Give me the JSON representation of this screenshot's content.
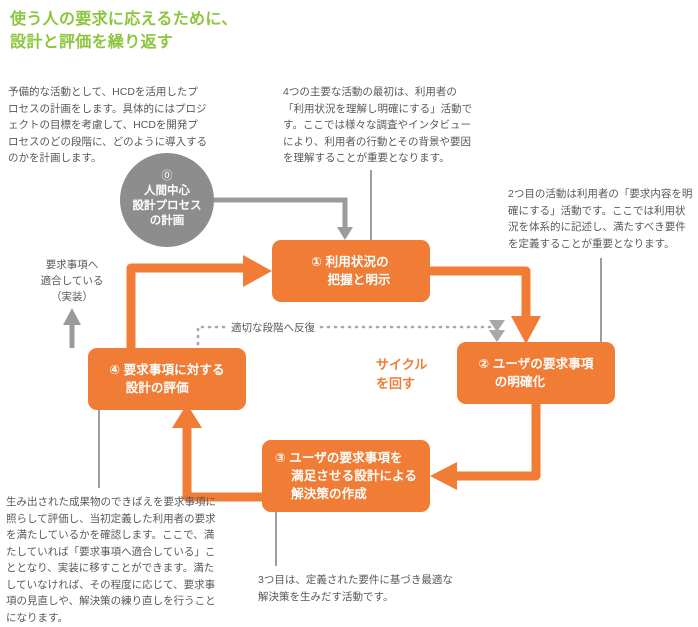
{
  "title": "使う人の要求に応えるために、\n設計と評価を繰り返す",
  "colors": {
    "title_green": "#8cc63e",
    "accent_orange": "#f07c36",
    "circle_gray": "#8d8d8d",
    "arrow_gray": "#9b9b9b",
    "text_gray": "#58585b",
    "background": "#ffffff"
  },
  "notes": {
    "top_left": "予備的な活動として、HCDを活用したプロセスの計画をします。具体的にはプロジェクトの目標を考慮して、HCDを開発プロセスのどの段階に、どのように導入するのかを計画します。",
    "top_center": "4つの主要な活動の最初は、利用者の「利用状況を理解し明確にする」活動です。ここでは様々な調査やインタビューにより、利用者の行動とその背景や要因を理解することが重要となります。",
    "top_right": "2つ目の活動は利用者の「要求内容を明確にする」活動です。ここでは利用状況を体系的に記述し、満たすべき要件を定義することが重要となります。",
    "bottom_left": "生み出された成果物のできばえを要求事項に照らして評価し、当初定義した利用者の要求を満たしているかを確認します。ここで、満たしていれば「要求事項へ適合している」こととなり、実装に移すことができます。満たしていなければ、その程度に応じて、要求事項の見直しや、解決策の練り直しを行うことになります。",
    "bottom_center": "3つ目は、定義された要件に基づき最適な解決策を生みだす活動です。"
  },
  "diagram": {
    "plan_node": {
      "number": "⓪",
      "label": "人間中心\n設計プロセス\nの計画"
    },
    "steps": [
      {
        "id": "step-1",
        "number": "①",
        "label": "① 利用状況の\n　 把握と明示"
      },
      {
        "id": "step-2",
        "number": "②",
        "label": "② ユーザの要求事項\n　 の明確化"
      },
      {
        "id": "step-3",
        "number": "③",
        "label": "③ ユーザの要求事項を\n　 満足させる設計による\n　 解決策の作成"
      },
      {
        "id": "step-4",
        "number": "④",
        "label": "④ 要求事項に対する\n　 設計の評価"
      }
    ],
    "cycle_label": "サイクル\nを回す",
    "iterate_label": "適切な段階へ反復",
    "exit_label": "要求事項へ\n適合している\n（実装）"
  }
}
